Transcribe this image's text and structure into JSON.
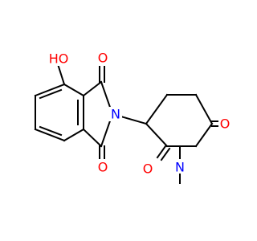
{
  "molecule": {
    "atom_labels": {
      "hydroxyl": "HO",
      "imide_oxygen_top": "O",
      "imide_oxygen_bottom": "O",
      "imide_nitrogen": "N",
      "glutarimide_oxygen_right": "O",
      "glutarimide_oxygen_left": "O",
      "glutarimide_nitrogen": "N"
    },
    "colors": {
      "bond": "#000000",
      "oxygen": "#ff0000",
      "nitrogen": "#0000ff"
    }
  }
}
